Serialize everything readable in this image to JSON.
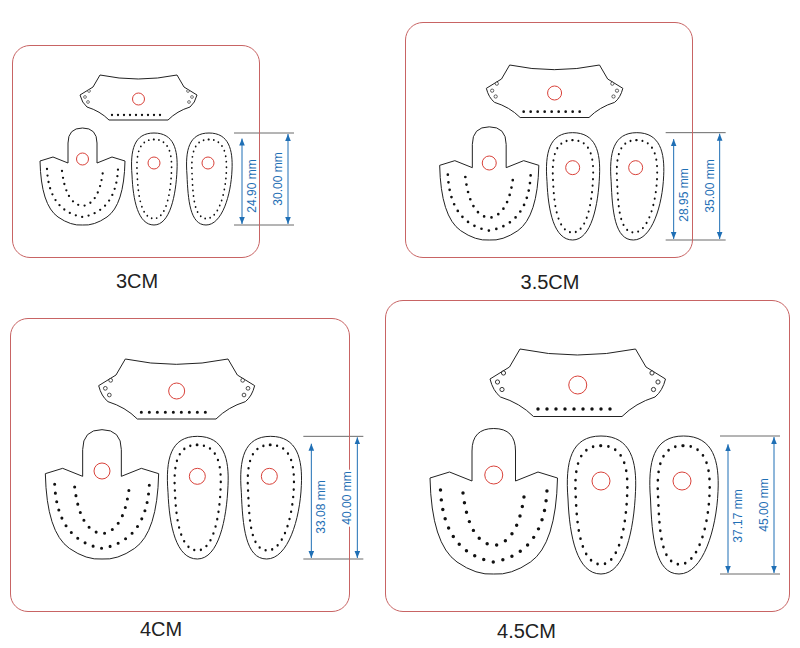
{
  "diagram": {
    "nodes": [
      {
        "text": [
          "3CM"
        ]
      },
      {
        "text": [
          "3.5CM"
        ]
      },
      {
        "text": [
          "4CM"
        ]
      },
      {
        "text": [
          "4.5CM"
        ]
      }
    ],
    "labels": [
      "24.90 mm",
      "30.00 mm",
      "28.95 mm",
      "35.00 mm",
      "33.08 mm",
      "40.00 mm",
      "37.17 mm",
      "45.00 mm"
    ]
  }
}
